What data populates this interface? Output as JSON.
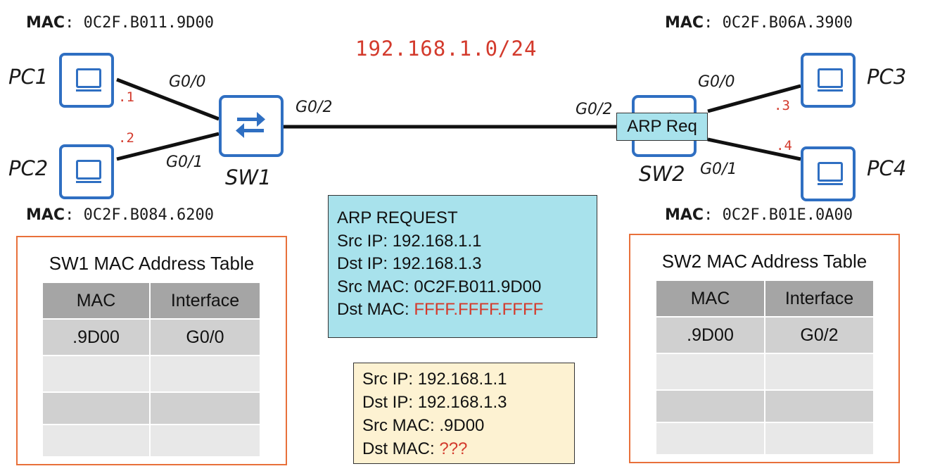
{
  "subnet": "192.168.1.0/24",
  "mac_label": "MAC",
  "devices": {
    "pc1": {
      "label": "PC1",
      "mac": "0C2F.B011.9D00",
      "host": ".1"
    },
    "pc2": {
      "label": "PC2",
      "mac": "0C2F.B084.6200",
      "host": ".2"
    },
    "pc3": {
      "label": "PC3",
      "mac": "0C2F.B06A.3900",
      "host": ".3"
    },
    "pc4": {
      "label": "PC4",
      "mac": "0C2F.B01E.0A00",
      "host": ".4"
    },
    "sw1": {
      "label": "SW1"
    },
    "sw2": {
      "label": "SW2"
    }
  },
  "ports": {
    "sw1_g00": "G0/0",
    "sw1_g01": "G0/1",
    "sw1_g02": "G0/2",
    "sw2_g02": "G0/2",
    "sw2_g00": "G0/0",
    "sw2_g01": "G0/1"
  },
  "arp_tag": "ARP Req",
  "arp_request": {
    "title": "ARP REQUEST",
    "src_ip_label": "Src IP:",
    "src_ip": "192.168.1.1",
    "dst_ip_label": "Dst IP:",
    "dst_ip": "192.168.1.3",
    "src_mac_label": "Src MAC:",
    "src_mac": "0C2F.B011.9D00",
    "dst_mac_label": "Dst MAC:",
    "dst_mac": "FFFF.FFFF.FFFF"
  },
  "frame": {
    "src_ip_label": "Src IP:",
    "src_ip": "192.168.1.1",
    "dst_ip_label": "Dst IP:",
    "dst_ip": "192.168.1.3",
    "src_mac_label": "Src MAC:",
    "src_mac": ".9D00",
    "dst_mac_label": "Dst MAC:",
    "dst_mac": "???"
  },
  "sw1_table": {
    "title": "SW1 MAC Address Table",
    "headers": [
      "MAC",
      "Interface"
    ],
    "rows": [
      [
        ".9D00",
        "G0/0"
      ],
      [
        "",
        ""
      ],
      [
        "",
        ""
      ],
      [
        "",
        ""
      ]
    ]
  },
  "sw2_table": {
    "title": "SW2 MAC Address Table",
    "headers": [
      "MAC",
      "Interface"
    ],
    "rows": [
      [
        ".9D00",
        "G0/2"
      ],
      [
        "",
        ""
      ],
      [
        "",
        ""
      ],
      [
        "",
        ""
      ]
    ]
  },
  "colors": {
    "device_blue": "#2f6fc2",
    "accent_red": "#d33a2c",
    "arp_box": "#a8e2ec",
    "frame_box": "#fdf2d2",
    "table_border": "#e8703a"
  }
}
